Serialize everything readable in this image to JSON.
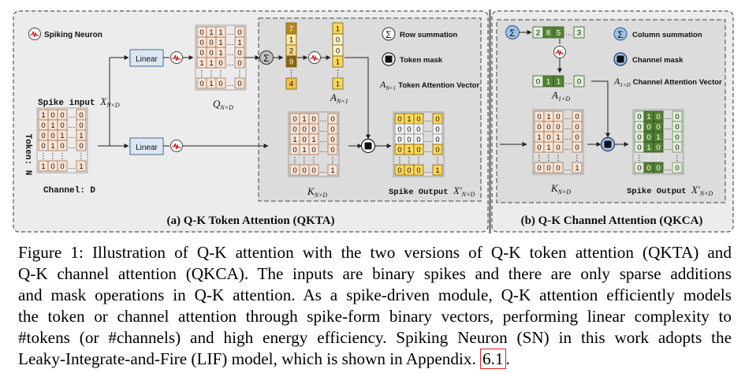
{
  "figure": {
    "panel_a": {
      "title": "(a) Q-K Token Attention (QKTA)",
      "legend_neuron": "Spiking Neuron",
      "spike_input_label": "Spike input",
      "x_sym": "X",
      "x_sub": "N×D",
      "token_axis_label": "Token: N",
      "channel_axis_label": "Channel: D",
      "linear_label": "Linear",
      "q_sym": "Q",
      "q_sub": "N×D",
      "k_sym": "K",
      "k_sub": "N×D",
      "a_sym": "A",
      "a_sub": "N×1",
      "legend_sum": "Row summation",
      "legend_mask": "Token mask",
      "legend_vec_sub": "N×1",
      "legend_vec": "Token Attention Vector",
      "out_label": "Spike Output",
      "out_sym": "X′",
      "out_sub": "N×D",
      "input_matrix": [
        [
          "1",
          "0",
          "0",
          "…",
          "0"
        ],
        [
          "0",
          "1",
          "0",
          "…",
          "0"
        ],
        [
          "0",
          "0",
          "1",
          "…",
          "1"
        ],
        [
          "0",
          "1",
          "0",
          "…",
          "0"
        ],
        [
          "⋮",
          "⋮",
          "⋮",
          "",
          "⋮"
        ],
        [
          "1",
          "0",
          "0",
          "…",
          "1"
        ]
      ],
      "q_matrix": [
        [
          "0",
          "1",
          "1",
          "…",
          "0"
        ],
        [
          "0",
          "0",
          "1",
          "…",
          "1"
        ],
        [
          "0",
          "0",
          "1",
          "…",
          "0"
        ],
        [
          "1",
          "1",
          "0",
          "…",
          "0"
        ],
        [
          "⋮",
          "⋮",
          "⋮",
          "",
          "⋮"
        ],
        [
          "0",
          "1",
          "0",
          "…",
          "0"
        ]
      ],
      "k_matrix": [
        [
          "0",
          "1",
          "0",
          "…",
          "0"
        ],
        [
          "0",
          "0",
          "0",
          "…",
          "0"
        ],
        [
          "1",
          "0",
          "1",
          "…",
          "0"
        ],
        [
          "0",
          "1",
          "0",
          "…",
          "0"
        ],
        [
          "⋮",
          "⋮",
          "⋮",
          "",
          "⋮"
        ],
        [
          "0",
          "0",
          "0",
          "…",
          "1"
        ]
      ],
      "row_sums": [
        "7",
        "1",
        "2",
        "9",
        "⋮",
        "4"
      ],
      "attn_vector": [
        "1",
        "0",
        "0",
        "1",
        "⋮",
        "1"
      ],
      "out_matrix": [
        [
          "0",
          "1",
          "0",
          "…",
          "0"
        ],
        [
          "0",
          "0",
          "0",
          "…",
          "0"
        ],
        [
          "0",
          "0",
          "0",
          "…",
          "0"
        ],
        [
          "0",
          "1",
          "0",
          "…",
          "0"
        ],
        [
          "⋮",
          "⋮",
          "⋮",
          "",
          "⋮"
        ],
        [
          "0",
          "0",
          "0",
          "…",
          "1"
        ]
      ]
    },
    "panel_b": {
      "title": "(b) Q-K Channel Attention (QKCA)",
      "legend_sum": "Column summation",
      "legend_mask": "Channel mask",
      "legend_vec_sub": "1×D",
      "legend_vec": "Channel Attention Vector",
      "col_sums": [
        "2",
        "8",
        "5",
        "…",
        "3"
      ],
      "attn_vector": [
        "0",
        "1",
        "1",
        "…",
        "0"
      ],
      "a_sym": "A",
      "a_sub": "1×D",
      "k_sym": "K",
      "k_sub": "N×D",
      "out_label": "Spike Output",
      "out_sym": "X′",
      "out_sub": "N×D",
      "k_matrix": [
        [
          "0",
          "1",
          "0",
          "…",
          "0"
        ],
        [
          "0",
          "0",
          "0",
          "…",
          "0"
        ],
        [
          "1",
          "0",
          "1",
          "…",
          "0"
        ],
        [
          "0",
          "1",
          "0",
          "…",
          "0"
        ],
        [
          "⋮",
          "⋮",
          "⋮",
          "",
          "⋮"
        ],
        [
          "0",
          "0",
          "0",
          "…",
          "1"
        ]
      ],
      "out_matrix": [
        [
          "0",
          "1",
          "0",
          "…",
          "0"
        ],
        [
          "0",
          "0",
          "0",
          "…",
          "0"
        ],
        [
          "0",
          "0",
          "1",
          "…",
          "0"
        ],
        [
          "0",
          "1",
          "0",
          "…",
          "0"
        ],
        [
          "⋮",
          "⋮",
          "⋮",
          "",
          "⋮"
        ],
        [
          "0",
          "0",
          "0",
          "…",
          "0"
        ]
      ]
    },
    "colors": {
      "matrix_fill": "#fbe4d5",
      "vector_yellow": "#ffd85a",
      "green_dark": "#548235",
      "green_light": "#e2efd9",
      "panel_gray": "#e8e8e8",
      "inner_gray": "#dadada",
      "linear_fill": "#dbe8f4",
      "sum_blue": "#9dc3e6"
    }
  },
  "caption": {
    "line1": "Figure 1: Illustration of Q-K attention with the two versions of Q-K token attention (QKTA) and",
    "line2": "Q-K channel attention (QKCA). The inputs are binary spikes and there are only sparse additions",
    "line3": "and mask operations in Q-K attention. As a spike-driven module, Q-K attention efficiently models",
    "line4": "the token or channel attention through spike-form binary vectors, performing linear complexity to",
    "line5": "#tokens (or #channels) and high energy efficiency. Spiking Neuron (SN) in this work adopts the",
    "line6_pre": "Leaky-Integrate-and-Fire (LIF) model, which is shown in Appendix.",
    "appendix_ref": "6.1",
    "line6_post": "."
  }
}
